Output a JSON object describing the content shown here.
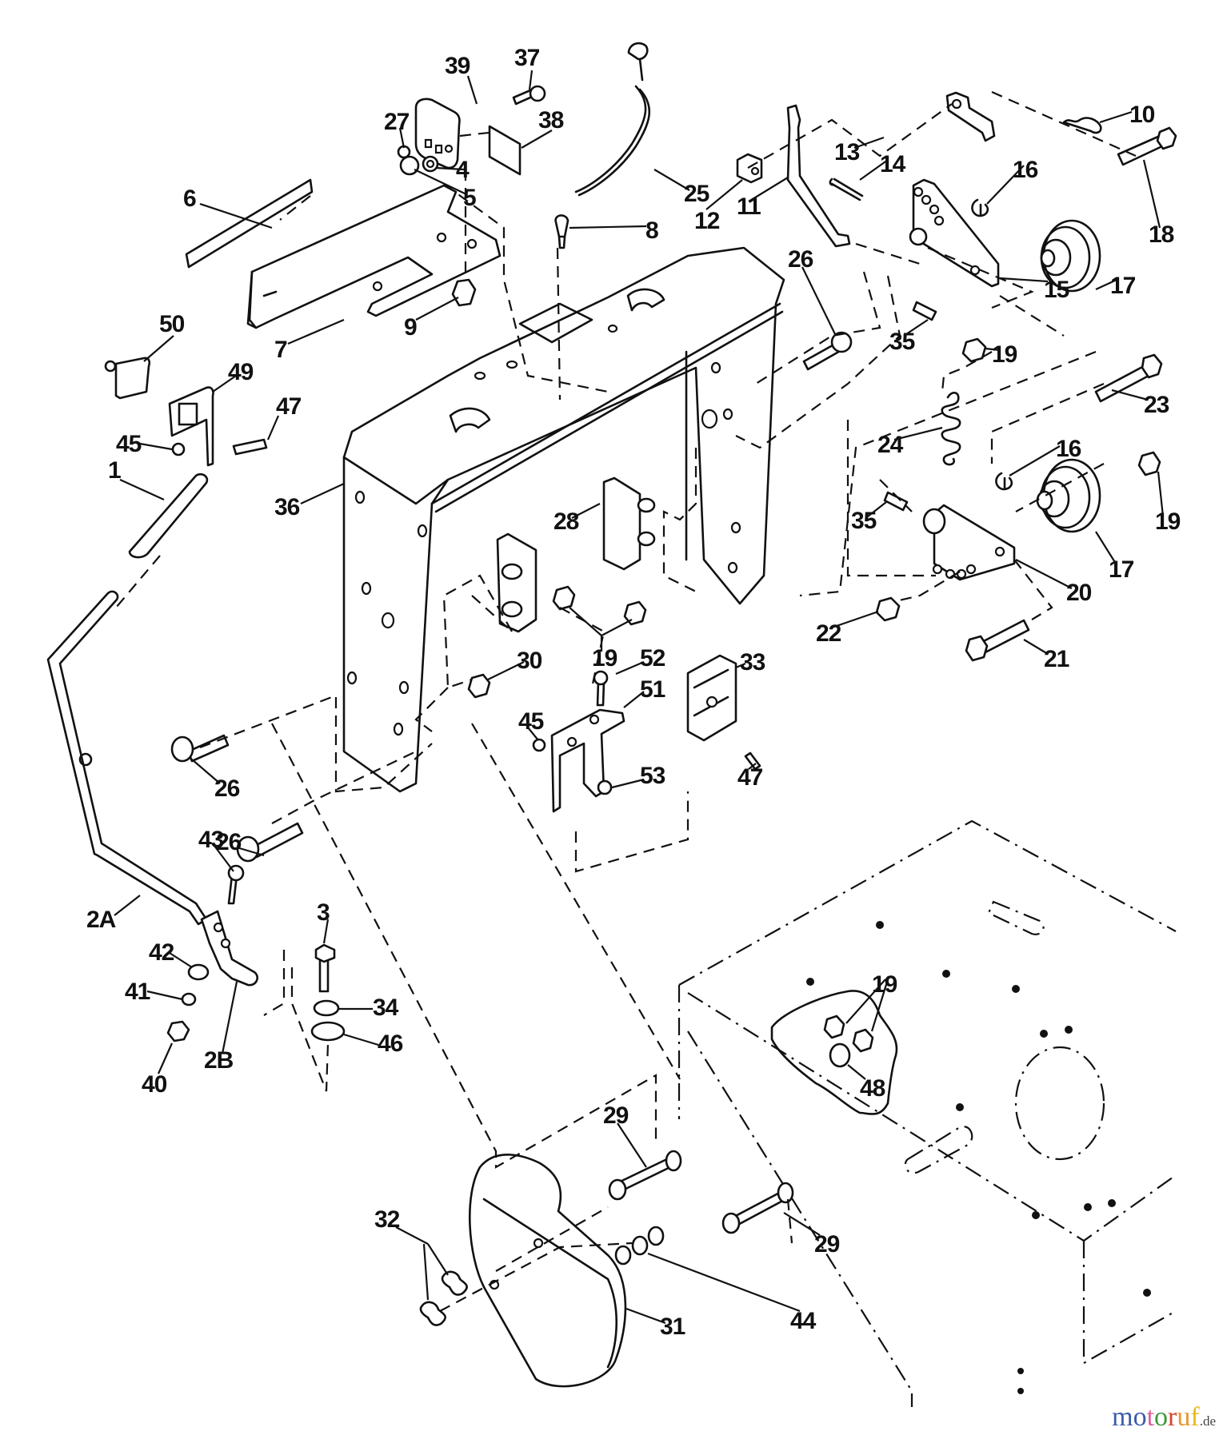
{
  "figure": {
    "type": "exploded parts diagram",
    "subject": "Snow thrower frame, control levers, idler pulleys and belt cover assembly"
  },
  "callouts": [
    {
      "id": "c39",
      "label": "39"
    },
    {
      "id": "c37",
      "label": "37"
    },
    {
      "id": "c27",
      "label": "27"
    },
    {
      "id": "c38",
      "label": "38"
    },
    {
      "id": "c4",
      "label": "4"
    },
    {
      "id": "c5",
      "label": "5"
    },
    {
      "id": "c25",
      "label": "25"
    },
    {
      "id": "c6",
      "label": "6"
    },
    {
      "id": "c8",
      "label": "8"
    },
    {
      "id": "c9",
      "label": "9"
    },
    {
      "id": "c7",
      "label": "7"
    },
    {
      "id": "c12",
      "label": "12"
    },
    {
      "id": "c11",
      "label": "11"
    },
    {
      "id": "c14",
      "label": "14"
    },
    {
      "id": "c13",
      "label": "13"
    },
    {
      "id": "c10",
      "label": "10"
    },
    {
      "id": "c16a",
      "label": "16"
    },
    {
      "id": "c18",
      "label": "18"
    },
    {
      "id": "c17a",
      "label": "17"
    },
    {
      "id": "c15",
      "label": "15"
    },
    {
      "id": "c26a",
      "label": "26"
    },
    {
      "id": "c35a",
      "label": "35"
    },
    {
      "id": "c19a",
      "label": "19"
    },
    {
      "id": "c23",
      "label": "23"
    },
    {
      "id": "c24",
      "label": "24"
    },
    {
      "id": "c16b",
      "label": "16"
    },
    {
      "id": "c35b",
      "label": "35"
    },
    {
      "id": "c19b",
      "label": "19"
    },
    {
      "id": "c17b",
      "label": "17"
    },
    {
      "id": "c20",
      "label": "20"
    },
    {
      "id": "c22",
      "label": "22"
    },
    {
      "id": "c21",
      "label": "21"
    },
    {
      "id": "c50",
      "label": "50"
    },
    {
      "id": "c49",
      "label": "49"
    },
    {
      "id": "c47a",
      "label": "47"
    },
    {
      "id": "c45a",
      "label": "45"
    },
    {
      "id": "c1",
      "label": "1"
    },
    {
      "id": "c36",
      "label": "36"
    },
    {
      "id": "c28",
      "label": "28"
    },
    {
      "id": "c19c",
      "label": "19"
    },
    {
      "id": "c30",
      "label": "30"
    },
    {
      "id": "c52",
      "label": "52"
    },
    {
      "id": "c51",
      "label": "51"
    },
    {
      "id": "c33",
      "label": "33"
    },
    {
      "id": "c45b",
      "label": "45"
    },
    {
      "id": "c47b",
      "label": "47"
    },
    {
      "id": "c53",
      "label": "53"
    },
    {
      "id": "c26b",
      "label": "26"
    },
    {
      "id": "c26c",
      "label": "26"
    },
    {
      "id": "c43",
      "label": "43"
    },
    {
      "id": "c2a",
      "label": "2A"
    },
    {
      "id": "c3",
      "label": "3"
    },
    {
      "id": "c42",
      "label": "42"
    },
    {
      "id": "c34",
      "label": "34"
    },
    {
      "id": "c41",
      "label": "41"
    },
    {
      "id": "c46",
      "label": "46"
    },
    {
      "id": "c40",
      "label": "40"
    },
    {
      "id": "c2b",
      "label": "2B"
    },
    {
      "id": "c19d",
      "label": "19"
    },
    {
      "id": "c48",
      "label": "48"
    },
    {
      "id": "c29a",
      "label": "29"
    },
    {
      "id": "c29b",
      "label": "29"
    },
    {
      "id": "c32",
      "label": "32"
    },
    {
      "id": "c44",
      "label": "44"
    },
    {
      "id": "c31",
      "label": "31"
    }
  ],
  "watermark": {
    "letters": [
      "m",
      "o",
      "t",
      "o",
      "r",
      "u",
      "f"
    ],
    "colors": [
      "#3b5ba8",
      "#3b5ba8",
      "#e0609b",
      "#3a9a3a",
      "#d8452b",
      "#e8962a",
      "#e8b81e"
    ],
    "suffix": ".de"
  }
}
